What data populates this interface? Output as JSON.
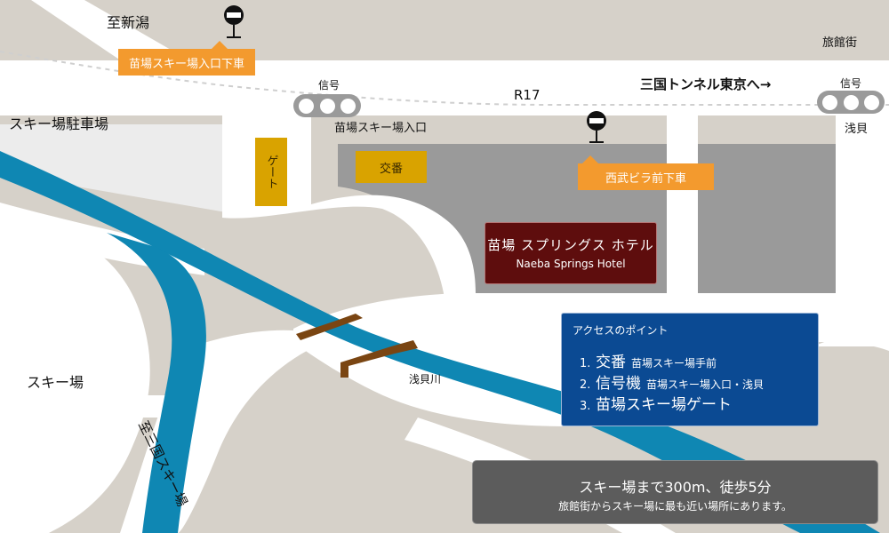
{
  "places": {
    "to_niigata": "至新潟",
    "ryokan_street": "旅館街",
    "ski_parking": "スキー場駐車場",
    "ski_area": "スキー場",
    "route": "R17",
    "to_tunnel": "三国トンネル東京へ→",
    "river": "浅貝川",
    "mikuni_ski": "至三国スキー場"
  },
  "signals": {
    "west": {
      "label": "信号",
      "location": "苗場スキー場入口"
    },
    "east": {
      "label": "信号",
      "location": "浅貝"
    }
  },
  "bus_stops": {
    "ski_entrance": "苗場スキー場入口下車",
    "seibu_villa": "西武ビラ前下車"
  },
  "boxes": {
    "police": "交番",
    "gate": "ゲート"
  },
  "hotel": {
    "name_ja": "苗場 スプリングス ホテル",
    "name_en": "Naeba Springs Hotel"
  },
  "access": {
    "title": "アクセスのポイント",
    "points": [
      {
        "num": "1.",
        "main": "交番",
        "detail": "苗場スキー場手前"
      },
      {
        "num": "2.",
        "main": "信号機",
        "detail": "苗場スキー場入口・浅貝"
      },
      {
        "num": "3.",
        "main": "苗場スキー場ゲート",
        "detail": ""
      }
    ]
  },
  "info": {
    "line1": "スキー場まで300m、徒歩5分",
    "line2": "旅館街からスキー場に最も近い場所にあります。"
  },
  "colors": {
    "ground": "#d6d1c9",
    "road": "#ffffff",
    "block": "#9a9a9a",
    "river": "#0f87b3",
    "callout": "#f39a2e",
    "hotel": "#5e0d0d",
    "access_panel": "#0b4a93",
    "gate_yellow": "#d9a300"
  },
  "icons": [
    "bus-stop-icon",
    "traffic-signal-icon",
    "bridge-icon"
  ]
}
